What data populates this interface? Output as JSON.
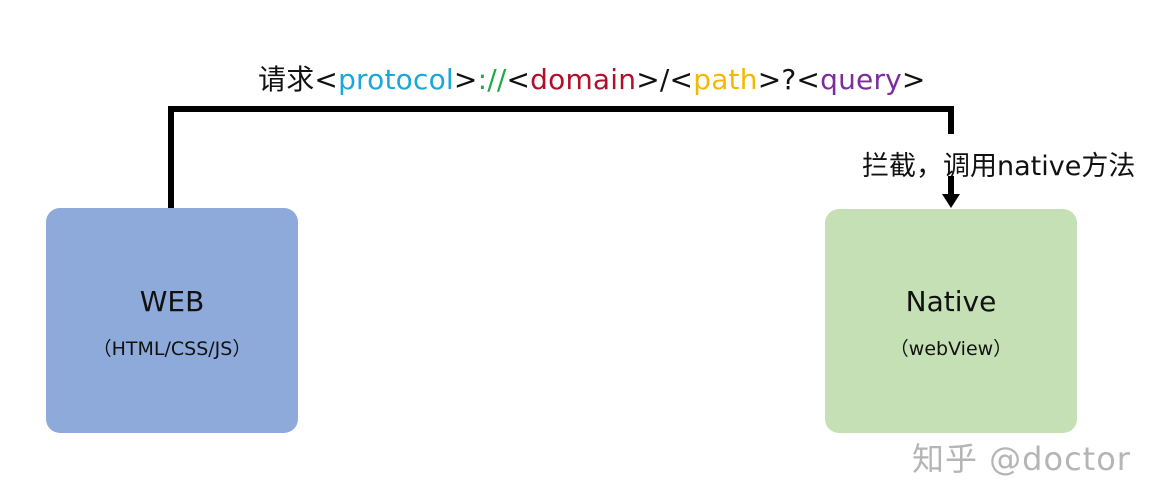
{
  "request_label": {
    "prefix": "请求",
    "lt1": "<",
    "protocol": "protocol",
    "gt1": ">",
    "scheme_sep": "://",
    "lt2": "<",
    "domain": "domain",
    "gt2": ">",
    "slash": "/",
    "lt3": "<",
    "path": "path",
    "gt3": ">",
    "qmark": "?",
    "lt4": "<",
    "query": "query",
    "gt4": ">"
  },
  "intercept_label": "拦截，调用native方法",
  "web_box": {
    "title": "WEB",
    "subtitle": "（HTML/CSS/JS）"
  },
  "native_box": {
    "title": "Native",
    "subtitle": "（webView）"
  },
  "watermark": "知乎 @doctor",
  "colors": {
    "protocol": "#1aa8d8",
    "scheme_sep": "#22a84a",
    "domain": "#b0102a",
    "path": "#f5b800",
    "query": "#7a2e9e",
    "web_box": "#8eaadb",
    "native_box": "#c5e0b4"
  }
}
